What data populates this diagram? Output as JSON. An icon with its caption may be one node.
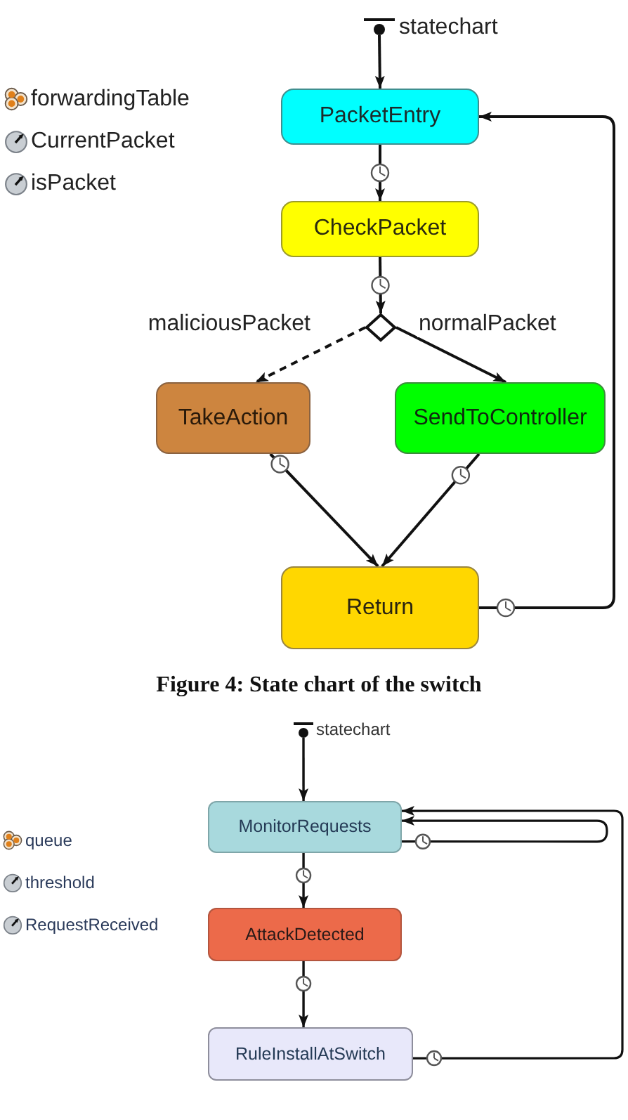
{
  "diagram": {
    "caption": "Figure 4: State chart of the switch",
    "nodes": [
      {
        "text": [],
        "shape": "circle",
        "beside": [
          "statechart"
        ]
      },
      {
        "text": [
          "PacketEntry"
        ]
      },
      {
        "text": [
          "CheckPacket"
        ]
      },
      {
        "text": [],
        "shape": "diamond"
      },
      {
        "text": [
          "TakeAction"
        ]
      },
      {
        "text": [
          "SendToController"
        ]
      },
      {
        "text": [
          "Return"
        ]
      },
      {
        "text": [],
        "shape": "circle",
        "beside": [
          "statechart"
        ]
      },
      {
        "text": [
          "MonitorRequests"
        ]
      },
      {
        "text": [
          "AttackDetected"
        ]
      },
      {
        "text": [
          "RuleInstallAtSwitch"
        ]
      }
    ],
    "edges": [
      {
        "from": 0,
        "to": 1,
        "arrow": "to"
      },
      {
        "from": 1,
        "to": 2,
        "arrow": "to"
      },
      {
        "from": 2,
        "to": 3,
        "arrow": "to"
      },
      {
        "from": 3,
        "to": 4,
        "arrow": "to",
        "label": "maliciousPacket",
        "style": "dashed"
      },
      {
        "from": 3,
        "to": 5,
        "arrow": "to",
        "label": "normalPacket"
      },
      {
        "from": 4,
        "to": 6,
        "arrow": "to"
      },
      {
        "from": 5,
        "to": 6,
        "arrow": "to"
      },
      {
        "from": 6,
        "to": 1,
        "arrow": "to"
      },
      {
        "from": 7,
        "to": 8,
        "arrow": "to"
      },
      {
        "from": 8,
        "to": 9,
        "arrow": "to"
      },
      {
        "from": 9,
        "to": 10,
        "arrow": "to"
      },
      {
        "from": 8,
        "to": 8,
        "arrow": "to"
      },
      {
        "from": 10,
        "to": 8,
        "arrow": "to"
      }
    ],
    "labels": [
      "forwardingTable",
      "CurrentPacket",
      "isPacket",
      "queue",
      "threshold",
      "RequestReceived"
    ]
  }
}
